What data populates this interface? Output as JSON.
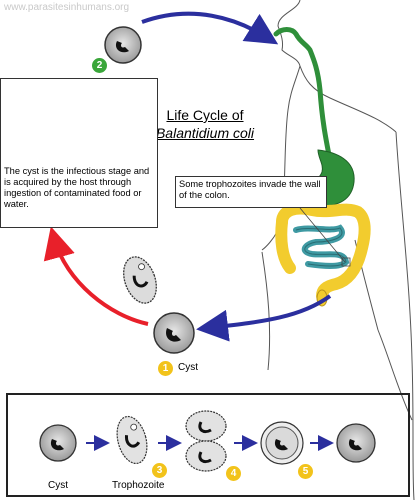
{
  "watermark": "www.parasitesinhumans.org",
  "title": {
    "line1": "Life Cycle of",
    "line2": "Balantidium coli"
  },
  "info_text": "The cyst is the infectious stage and is acquired by the host through ingestion of contaminated food or water.",
  "invade_text": "Some trophozoites invade the wall of the colon.",
  "cycle": {
    "cyst_label": "Cyst",
    "badge_1": "1",
    "badge_2": "2"
  },
  "stages": {
    "cyst_label": "Cyst",
    "trophozoite_label": "Trophozoite",
    "badge_3": "3",
    "badge_4": "4",
    "badge_5": "5"
  },
  "colors": {
    "green_badge": "#3aa63a",
    "yellow_badge": "#f2c31b",
    "blue_arrow": "#2b2f9e",
    "red_arrow": "#e8202a",
    "gut_green": "#2f8f3a",
    "colon_yellow": "#f2cc2e",
    "intestine_teal": "#3f9aa3"
  }
}
